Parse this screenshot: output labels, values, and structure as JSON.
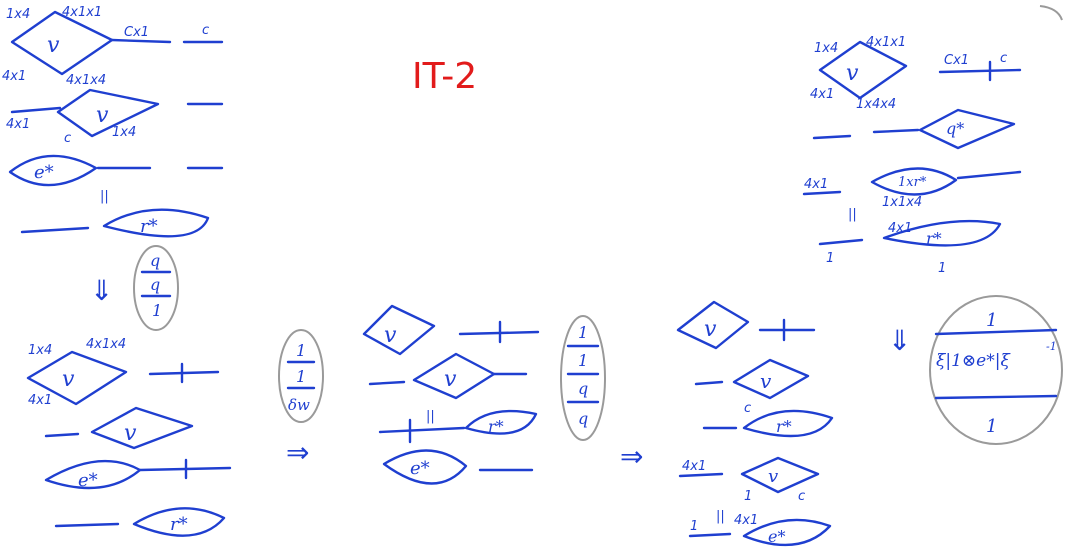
{
  "title": "IT-2",
  "colors": {
    "ink": "#1f3fd0",
    "title": "#e21b1b",
    "pencil": "#9a9a9a"
  },
  "labels": {
    "dim_1x4": "1x4",
    "dim_4x1x1": "4x1x1",
    "dim_4x1x4": "4x1x4",
    "dim_4x1": "4x1",
    "dim_1x4x4": "1x4x4",
    "dim_1x1x4": "1x1x4",
    "dim_cx1": "Cx1",
    "c": "c",
    "one": "1",
    "eq": "||"
  },
  "symbols": {
    "v": "v",
    "e_star": "e*",
    "r_star": "r*",
    "q_star": "q*",
    "one_x_r_star": "1xr*"
  },
  "ovals": {
    "a": [
      "q",
      "q",
      "1"
    ],
    "b": [
      "1",
      "1",
      "δw"
    ],
    "c": [
      "1",
      "1",
      "q",
      "q"
    ]
  },
  "formula": {
    "top": "1",
    "middle": "ξ|1⊗e*|ξ",
    "sup": "-1",
    "bottom": "1"
  },
  "arrows": {
    "down_double": "⇓",
    "right_double": "⇒"
  }
}
